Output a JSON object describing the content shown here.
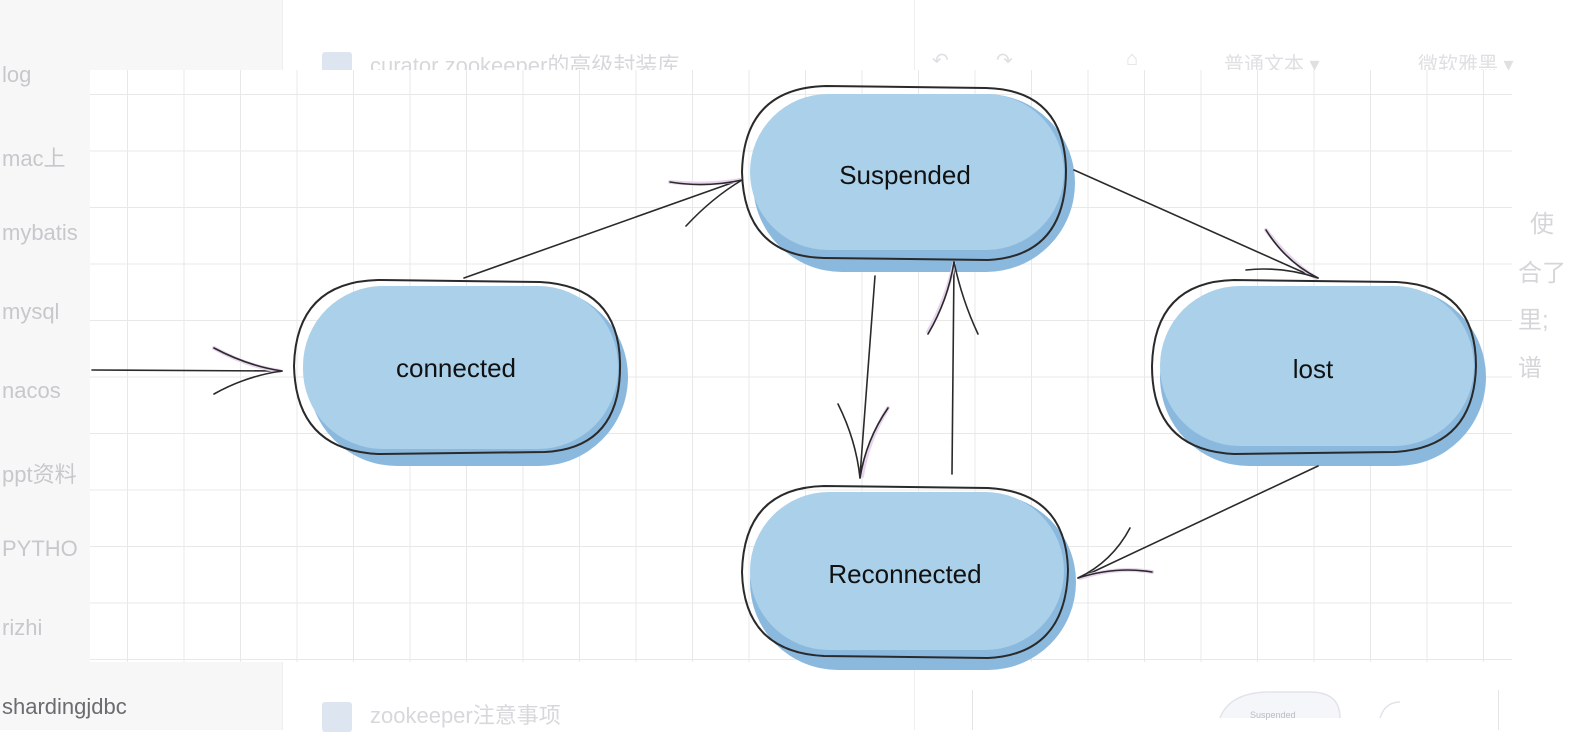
{
  "sidebar": {
    "items": [
      "log",
      "mac上",
      "mybatis",
      "mysql",
      "nacos",
      "ppt资料",
      "PYTHO",
      "rizhi",
      "shardingjdbc"
    ]
  },
  "documents": {
    "top_title": "curator zookeeper的高级封装库",
    "bottom_title": "zookeeper注意事项"
  },
  "toolbar": {
    "text_style": "普通文本",
    "font_name": "微软雅黑"
  },
  "right_panel": {
    "lines": [
      "使",
      "合了",
      "里;",
      "谱"
    ]
  },
  "thumbnail": {
    "label": "Suspended"
  },
  "diagram": {
    "nodes": {
      "connected": "connected",
      "suspended": "Suspended",
      "lost": "lost",
      "reconnected": "Reconnected"
    },
    "colors": {
      "fill": "#aad0ea",
      "shadow": "#8bb9de",
      "outline": "#2a2a2a",
      "arrow_tint": "#e8d4ee"
    }
  }
}
